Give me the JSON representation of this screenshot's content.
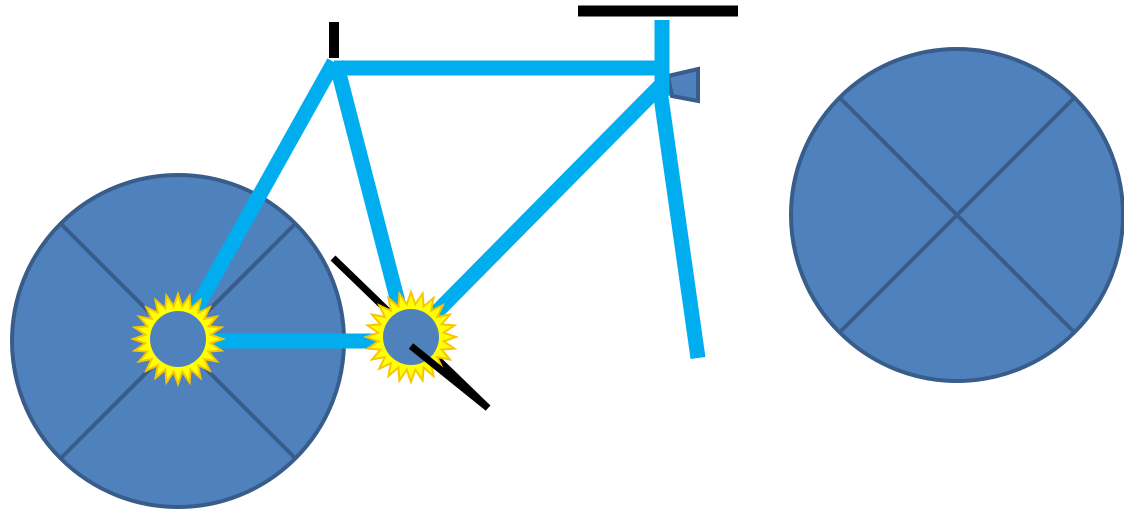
{
  "diagram": {
    "subject": "bicycle",
    "parts": [
      "rear-wheel",
      "front-wheel-detached",
      "frame",
      "seat-post",
      "handlebar",
      "front-fork",
      "chainring-rear",
      "chainring-front",
      "crank-arm"
    ]
  },
  "colors": {
    "frame": "#00aeef",
    "wheel_fill": "#4f81bd",
    "wheel_stroke": "#385d8a",
    "gear_fill": "#ffff00",
    "gear_stroke": "#f7c600",
    "black_parts": "#000000",
    "background": "#ffffff"
  }
}
